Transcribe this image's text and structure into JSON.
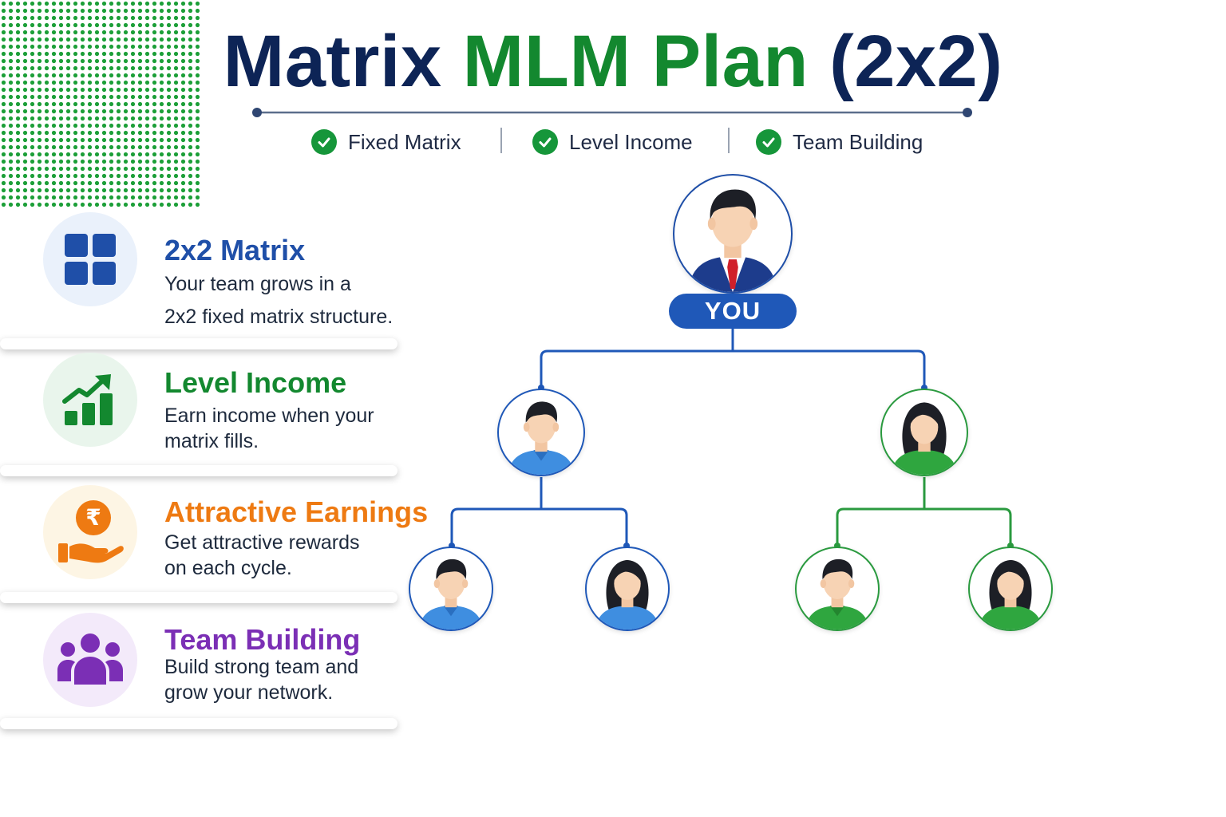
{
  "title": {
    "part1": "Matrix",
    "part2": "MLM Plan",
    "part3": "(2x2)"
  },
  "tags": [
    "Fixed Matrix",
    "Level Income",
    "Team Building"
  ],
  "features": [
    {
      "title": "2x2 Matrix",
      "desc_line1": "Your team grows in a",
      "desc_line2": "2x2 fixed matrix structure.",
      "icon": "grid-icon",
      "color": "#1f4fa8"
    },
    {
      "title": "Level Income",
      "desc_line1": "Earn income when your",
      "desc_line2": "matrix fills.",
      "icon": "growth-chart-icon",
      "color": "#13882f"
    },
    {
      "title": "Attractive Earnings",
      "desc_line1": "Get attractive rewards",
      "desc_line2": "on each cycle.",
      "icon": "rupee-hand-icon",
      "color": "#ee7a12"
    },
    {
      "title": "Team Building",
      "desc_line1": "Build strong team and",
      "desc_line2": "grow your network.",
      "icon": "team-icon",
      "color": "#7b2fb5"
    }
  ],
  "tree": {
    "root_label": "YOU",
    "root": {
      "icon": "businessman-avatar-icon"
    },
    "level1": [
      {
        "icon": "man-avatar-icon",
        "branch_color": "#1f58b8"
      },
      {
        "icon": "woman-avatar-icon",
        "branch_color": "#2a9a3f"
      }
    ],
    "level2": [
      {
        "icon": "man-avatar-icon",
        "shirt": "#3f8ee0"
      },
      {
        "icon": "woman-avatar-icon",
        "shirt": "#3f8ee0"
      },
      {
        "icon": "man-avatar-icon",
        "shirt": "#2fa63f"
      },
      {
        "icon": "woman-avatar-icon",
        "shirt": "#2fa63f"
      }
    ]
  },
  "colors": {
    "navy": "#0d2456",
    "green": "#13882f",
    "blue": "#1f58b8",
    "orange": "#ee7a12",
    "purple": "#7b2fb5"
  }
}
